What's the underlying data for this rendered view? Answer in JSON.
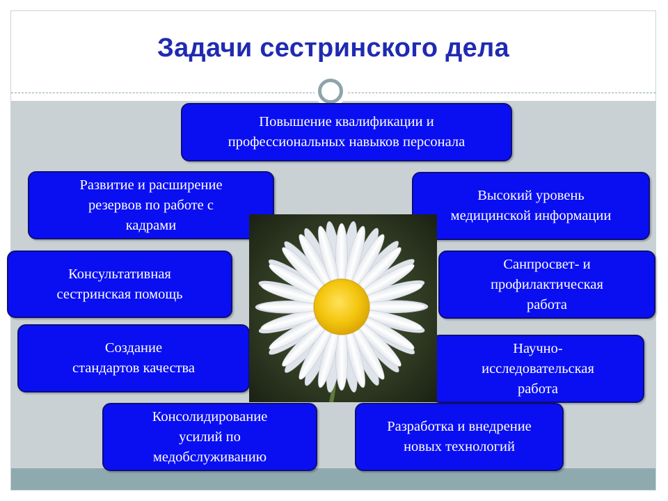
{
  "title": "Задачи сестринского дела",
  "tasks": [
    "Повышение квалификации и\nпрофессиональных навыков персонала",
    "Развитие и расширение\nрезервов по работе с\nкадрами",
    "Высокий уровень\nмедицинской информации",
    "Консультативная\nсестринская помощь",
    "Санпросвет- и\nпрофилактическая\nработа",
    "Создание\nстандартов качества",
    "Научно-\nисследовательская\nработа",
    "Консолидирование\nусилий по\nмедобслуживанию",
    "Разработка и внедрение\nновых технологий"
  ],
  "colors": {
    "title": "#1f2bb0",
    "box_fill": "#0a0ff2",
    "box_border": "#0c0e7a",
    "content_bg": "#c9d1d4",
    "bottom_band": "#8eaaae"
  },
  "image": "white chamomile daisy flower"
}
